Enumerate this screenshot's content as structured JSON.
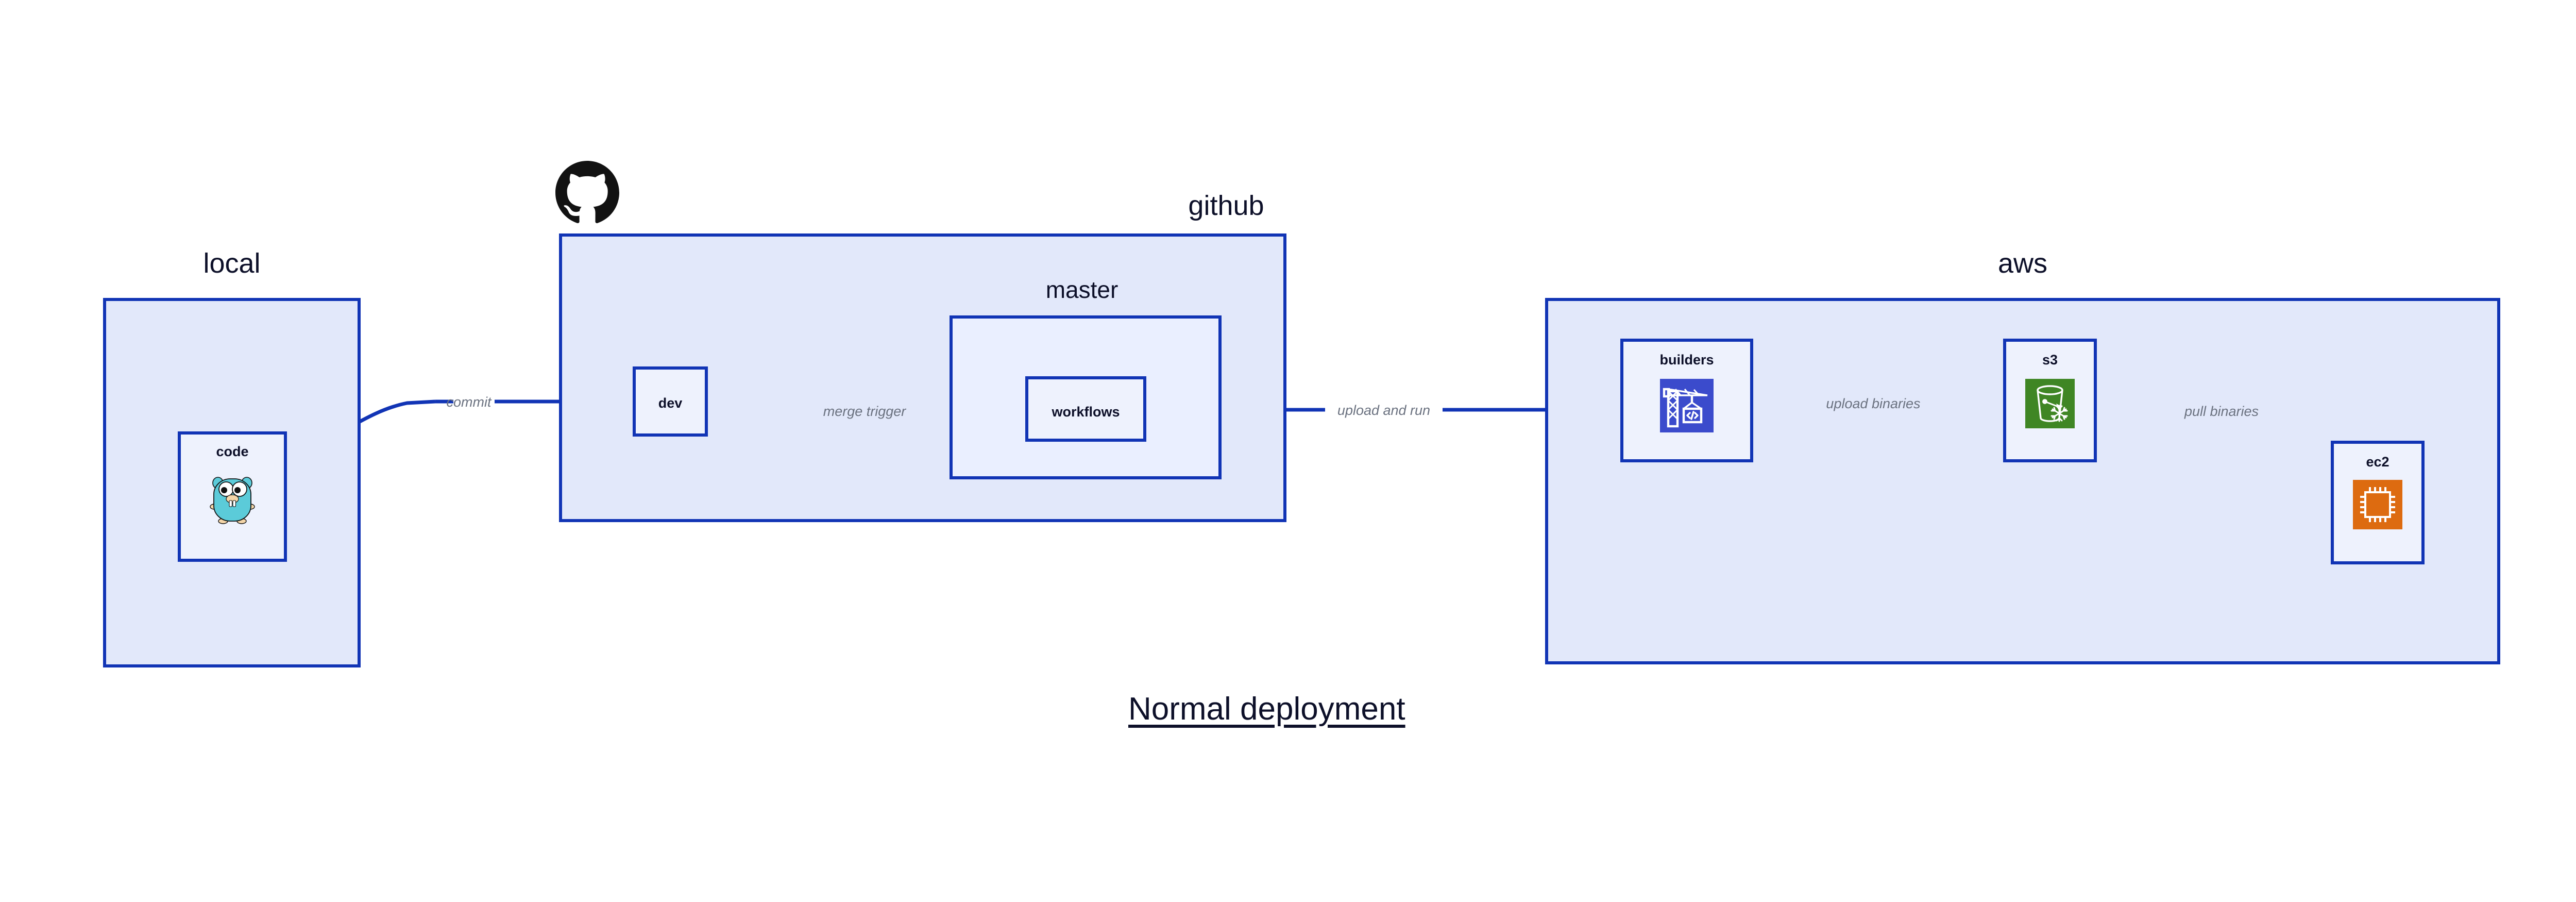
{
  "diagram": {
    "title": "Normal deployment",
    "background": "#ffffff",
    "accent_border": "#1134b5",
    "group_fill": "#e2e8fa",
    "node_fill": "#eef2fd",
    "edge_label_color": "#6b7280"
  },
  "groups": {
    "local": {
      "label": "local"
    },
    "github": {
      "label": "github"
    },
    "master": {
      "label": "master"
    },
    "aws": {
      "label": "aws"
    }
  },
  "nodes": {
    "code": {
      "label": "code",
      "icon": "go-gopher-icon"
    },
    "dev": {
      "label": "dev",
      "icon": "none"
    },
    "workflows": {
      "label": "workflows",
      "icon": "none"
    },
    "builders": {
      "label": "builders",
      "icon": "aws-codebuild-icon",
      "icon_color": "#3b4bcc"
    },
    "s3": {
      "label": "s3",
      "icon": "aws-s3-glacier-icon",
      "icon_color": "#3f8624"
    },
    "ec2": {
      "label": "ec2",
      "icon": "aws-ec2-icon",
      "icon_color": "#dd6b10"
    }
  },
  "edges": [
    {
      "id": "commit",
      "label": "commit",
      "from": "code",
      "to": "dev"
    },
    {
      "id": "merge-trigger",
      "label": "merge trigger",
      "from": "dev",
      "to": "workflows"
    },
    {
      "id": "upload-and-run",
      "label": "upload and run",
      "from": "workflows",
      "to": "builders"
    },
    {
      "id": "upload-binaries",
      "label": "upload binaries",
      "from": "builders",
      "to": "s3"
    },
    {
      "id": "pull-binaries",
      "label": "pull binaries",
      "from": "s3",
      "to": "ec2"
    }
  ],
  "logos": {
    "github_mark": "github-octocat-icon"
  }
}
